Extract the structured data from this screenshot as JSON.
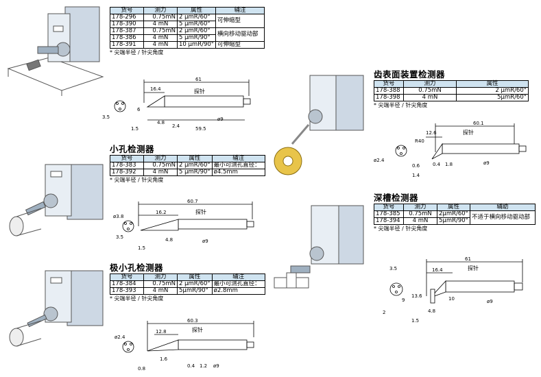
{
  "headers": {
    "item": "货号",
    "force": "测力",
    "attr": "属性",
    "remark": "辅注",
    "aux": "辅助"
  },
  "note_tip": "* 尖端半径 / 针尖角度",
  "probe_label": "探针",
  "top": {
    "rows": [
      {
        "no": "178-296",
        "force": "0.75mN",
        "attr": "2 μmR/60°"
      },
      {
        "no": "178-390",
        "force": "4 mN",
        "attr": "5 μmR/60°"
      },
      {
        "no": "178-387",
        "force": "0.75mN",
        "attr": "2 μmR/60°"
      },
      {
        "no": "178-386",
        "force": "4 mN",
        "attr": "5 μmR/90°"
      },
      {
        "no": "178-391",
        "force": "4 mN",
        "attr": "10 μmR/90°"
      }
    ],
    "remarks": [
      "可伸缩型",
      "横向移动驱动部",
      "可伸缩型"
    ],
    "dims": {
      "d61": "61",
      "d16_4": "16.4",
      "d6": "6",
      "d3_5": "3.5",
      "d4_8": "4.8",
      "d2_4": "2.4",
      "d1_5": "1.5",
      "d59_5": "59.5",
      "d9": "ø9"
    }
  },
  "small_hole": {
    "title": "小孔检测器",
    "rows": [
      {
        "no": "178-383",
        "force": "0.75mN",
        "attr": "2 μmR/60°"
      },
      {
        "no": "178-392",
        "force": "4 mN",
        "attr": "5 μmR/90°"
      }
    ],
    "remark_line1": "最小可测孔直径：",
    "remark_line2": "ø4.5mm",
    "dims": {
      "d60_7": "60.7",
      "d16_2": "16.2",
      "d3_8": "ø3.8",
      "d3_5": "3.5",
      "d4_8": "4.8",
      "d1_5": "1.5",
      "d9": "ø9"
    }
  },
  "tiny_hole": {
    "title": "极小孔检测器",
    "rows": [
      {
        "no": "178-384",
        "force": "0.75mN",
        "attr": "2 μmR/60°"
      },
      {
        "no": "178-393",
        "force": "4 mN",
        "attr": "5μmR/90°"
      }
    ],
    "remark_line1": "最小可测孔直径：",
    "remark_line2": "ø2.8mm",
    "dims": {
      "d60_3": "60.3",
      "d12_8": "12.8",
      "d2_4": "ø2.4",
      "d1_6": "1.6",
      "d0_8": "0.8",
      "d0_4": "0.4",
      "d1_2": "1.2",
      "d9": "ø9"
    }
  },
  "gear": {
    "title": "齿表面装置检测器",
    "rows": [
      {
        "no": "178-388",
        "force": "0.75mN",
        "attr": "2 μmR/60°"
      },
      {
        "no": "178-398",
        "force": "4 mN",
        "attr": "5μmR/60°"
      }
    ],
    "dims": {
      "d60_1": "60.1",
      "d12_6": "12.6",
      "d2_4": "ø2.4",
      "r40": "R40",
      "d0_6": "0.6",
      "d1_4": "1.4",
      "d1_8": "1.8",
      "d0_4": "0.4",
      "d9": "ø9"
    }
  },
  "groove": {
    "title": "深槽检测器",
    "rows": [
      {
        "no": "178-385",
        "force": "0.75mN",
        "attr": "2μmR/60°"
      },
      {
        "no": "178-394",
        "force": "4 mN",
        "attr": "5μmR/90°"
      }
    ],
    "remark": "不适于横向移动驱动部",
    "dims": {
      "d61": "61",
      "d16_4": "16.4",
      "d3_5": "3.5",
      "d2": "2",
      "d9": "9",
      "d13_6": "13.6",
      "d10": "10",
      "d4_8": "4.8",
      "d1_5": "1.5",
      "d9d": "ø9"
    }
  }
}
